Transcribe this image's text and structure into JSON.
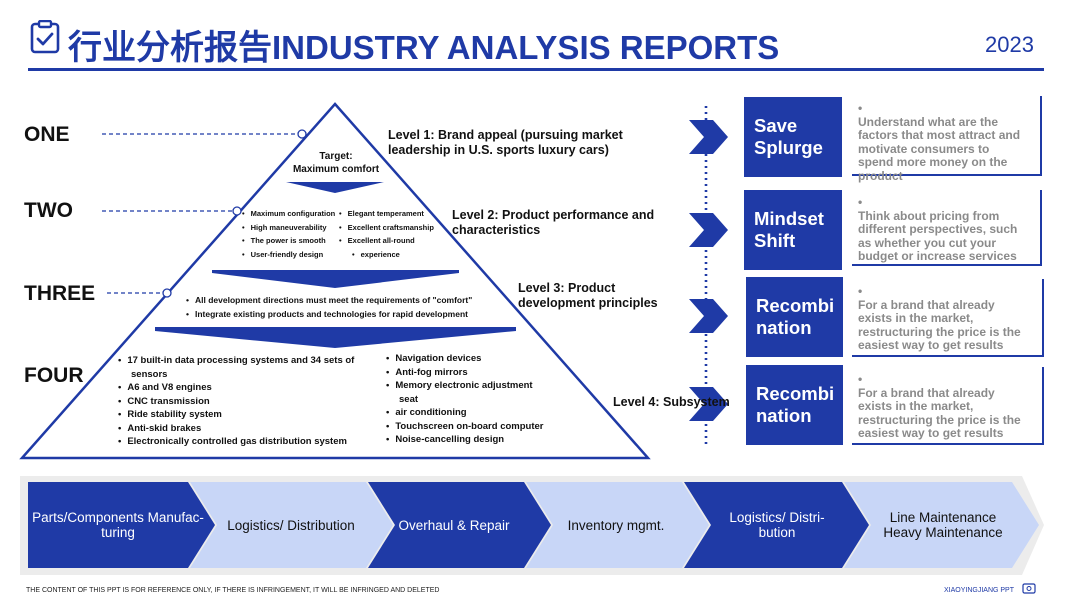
{
  "header": {
    "title_cn": "行业分析报告",
    "title_en": "INDUSTRY ANALYSIS REPORTS",
    "year": "2023"
  },
  "levels": [
    {
      "name": "ONE",
      "description": "Level 1: Brand appeal (pursuing market leadership in U.S. sports luxury cars)"
    },
    {
      "name": "TWO",
      "description": "Level 2: Product performance  and characteristics"
    },
    {
      "name": "THREE",
      "description": "Level 3: Product development principles"
    },
    {
      "name": "FOUR",
      "description": "Level 4: Subsystem"
    }
  ],
  "pyramid": {
    "target": "Target:\nMaximum comfort",
    "tier2_left": [
      "Maximum configuration",
      "High maneuverability",
      "The power is smooth",
      "User-friendly design"
    ],
    "tier2_right": [
      "Elegant temperament",
      "Excellent craftsmanship",
      "Excellent all-round",
      "experience"
    ],
    "tier3": [
      "All development directions must meet the requirements of \"comfort\"",
      "Integrate existing products and technologies for rapid development"
    ],
    "tier4_left": [
      "17 built-in data processing systems and 34 sets of",
      "sensors",
      "A6 and V8 engines",
      "CNC transmission",
      "Ride stability system",
      "Anti-skid brakes",
      "Electronically controlled gas distribution system"
    ],
    "tier4_left_bullets": [
      true,
      false,
      true,
      true,
      true,
      true,
      true
    ],
    "tier4_right": [
      "Navigation devices",
      "Anti-fog mirrors",
      "Memory electronic adjustment",
      "seat",
      "air conditioning",
      "Touchscreen on-board computer",
      "Noise-cancelling design"
    ],
    "tier4_right_bullets": [
      true,
      true,
      true,
      false,
      true,
      true,
      true
    ]
  },
  "cards": [
    {
      "title": "Save Splurge",
      "desc": "Understand what are the factors that most attract and motivate consumers to spend more money on the product"
    },
    {
      "title": "Mindset Shift",
      "desc": "Think about pricing from different perspectives, such as whether you cut your budget or increase services"
    },
    {
      "title": "Recombi nation",
      "desc": "For a brand that already exists in the market, restructuring the price is the easiest way to get results"
    },
    {
      "title": "Recombi nation",
      "desc": "For a brand that already exists in the market, restructuring the price is the easiest way to get results"
    }
  ],
  "process": [
    {
      "label": "Parts/Components Manufac-turing",
      "style": "dark"
    },
    {
      "label": "Logistics/ Distribution",
      "style": "light"
    },
    {
      "label": "Overhaul & Repair",
      "style": "dark"
    },
    {
      "label": "Inventory mgmt.",
      "style": "light"
    },
    {
      "label": "Logistics/ Distri-bution",
      "style": "dark"
    },
    {
      "label": "Line Maintenance Heavy Maintenance",
      "style": "light"
    }
  ],
  "footer": {
    "left": "THE CONTENT OF THIS PPT IS FOR REFERENCE ONLY, IF THERE IS INFRINGEMENT, IT WILL BE INFRINGED AND DELETED",
    "right": "XIAOYINGJIANG PPT"
  },
  "colors": {
    "primary": "#1f3aa6",
    "light": "#c8d6f7",
    "text": "#111111",
    "muted": "#8a8a8a"
  }
}
